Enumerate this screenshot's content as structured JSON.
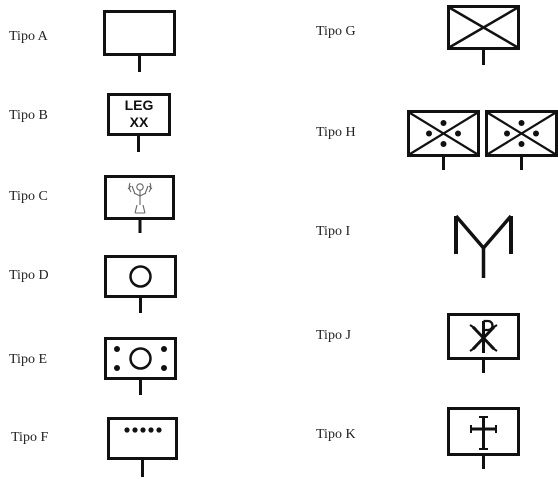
{
  "types": [
    {
      "id": "a",
      "label": "Tipo A",
      "symbol": "empty-banner"
    },
    {
      "id": "b",
      "label": "Tipo B",
      "symbol": "legion-banner",
      "text": [
        "LEG",
        "XX"
      ]
    },
    {
      "id": "c",
      "label": "Tipo C",
      "symbol": "figure-banner"
    },
    {
      "id": "d",
      "label": "Tipo D",
      "symbol": "circle-banner"
    },
    {
      "id": "e",
      "label": "Tipo E",
      "symbol": "circle-dots-banner"
    },
    {
      "id": "f",
      "label": "Tipo F",
      "symbol": "dotted-row-banner"
    },
    {
      "id": "g",
      "label": "Tipo G",
      "symbol": "saltire-banner"
    },
    {
      "id": "h",
      "label": "Tipo H",
      "symbol": "double-saltire-dots-banner"
    },
    {
      "id": "i",
      "label": "Tipo I",
      "symbol": "trident-standard"
    },
    {
      "id": "j",
      "label": "Tipo J",
      "symbol": "chi-rho-banner"
    },
    {
      "id": "k",
      "label": "Tipo K",
      "symbol": "cross-banner"
    }
  ]
}
